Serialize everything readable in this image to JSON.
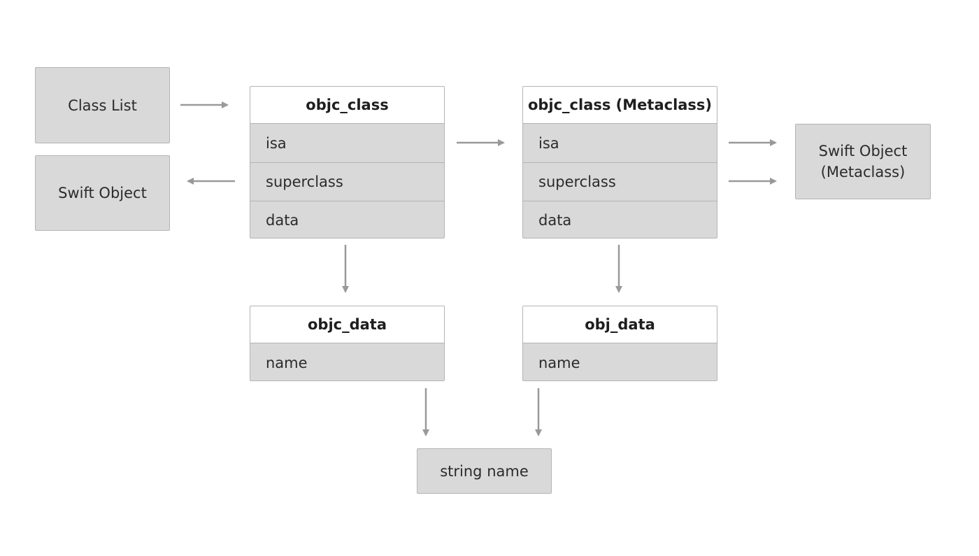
{
  "nodes": {
    "class_list": "Class List",
    "swift_object": "Swift Object",
    "swift_object_metaclass": "Swift Object\n(Metaclass)",
    "string_name": "string name"
  },
  "structs": {
    "objc_class": {
      "title": "objc_class",
      "fields": [
        "isa",
        "superclass",
        "data"
      ]
    },
    "objc_class_metaclass": {
      "title": "objc_class (Metaclass)",
      "fields": [
        "isa",
        "superclass",
        "data"
      ]
    },
    "objc_data": {
      "title": "objc_data",
      "fields": [
        "name"
      ]
    },
    "obj_data": {
      "title": "obj_data",
      "fields": [
        "name"
      ]
    }
  },
  "colors": {
    "box_fill": "#d9d9d9",
    "box_border": "#b4b4b4",
    "header_fill": "#ffffff",
    "arrow": "#999999"
  }
}
